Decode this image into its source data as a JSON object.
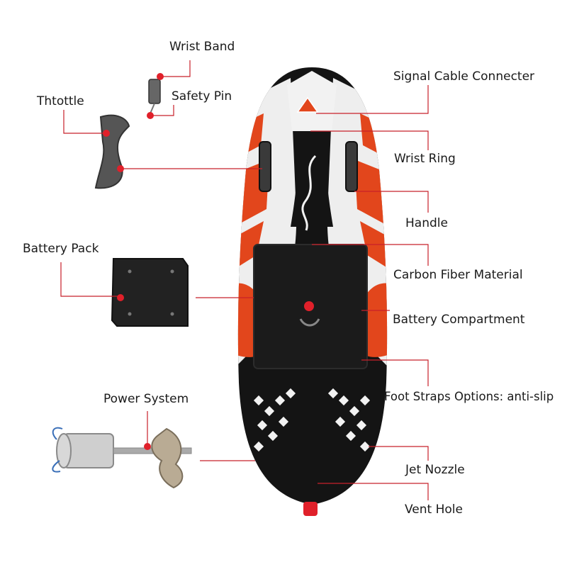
{
  "labels": {
    "wrist_band": "Wrist Band",
    "safety_pin": "Safety Pin",
    "throttle": "Thtottle",
    "battery_pack": "Battery Pack",
    "power_system": "Power System",
    "signal_cable_connector": "Signal Cable Connecter",
    "wrist_ring": "Wrist Ring",
    "handle": "Handle",
    "carbon_fiber_material": "Carbon Fiber Material",
    "battery_compartment": "Battery Compartment",
    "foot_straps_options": "Foot Straps Options: anti-slip",
    "jet_nozzle": "Jet Nozzle",
    "vent_hole": "Vent Hole"
  },
  "colors": {
    "leader_line": "#c8202a",
    "marker_dot": "#e0202a",
    "board_black": "#141414",
    "board_orange": "#e2461c",
    "board_white": "#f2f2f2",
    "label_text": "#1a1a1a"
  }
}
